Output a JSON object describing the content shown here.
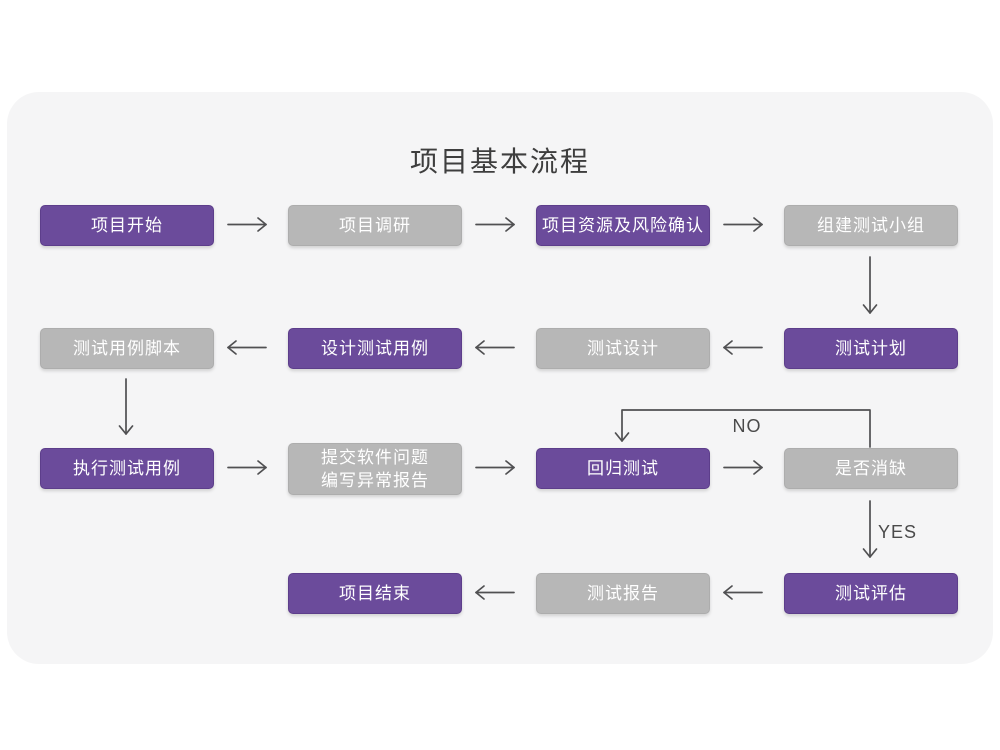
{
  "title": "项目基本流程",
  "decision_labels": {
    "no": "NO",
    "yes": "YES"
  },
  "colors": {
    "node_purple": "#6b4b9b",
    "node_gray": "#b7b7b7",
    "node_text": "#ffffff",
    "card_background": "#f5f5f6",
    "page_background": "#ffffff",
    "arrow": "#505052",
    "title_text": "#3e3e3e"
  },
  "nodes": [
    {
      "id": "project-start",
      "label": "项目开始",
      "variant": "purple"
    },
    {
      "id": "project-research",
      "label": "项目调研",
      "variant": "gray"
    },
    {
      "id": "resources-risk-confirm",
      "label": "项目资源及风险确认",
      "variant": "purple"
    },
    {
      "id": "build-test-team",
      "label": "组建测试小组",
      "variant": "gray"
    },
    {
      "id": "test-case-script",
      "label": "测试用例脚本",
      "variant": "gray"
    },
    {
      "id": "design-test-cases",
      "label": "设计测试用例",
      "variant": "purple"
    },
    {
      "id": "test-design",
      "label": "测试设计",
      "variant": "gray"
    },
    {
      "id": "test-plan",
      "label": "测试计划",
      "variant": "purple"
    },
    {
      "id": "execute-test-cases",
      "label": "执行测试用例",
      "variant": "purple"
    },
    {
      "id": "submit-issue-report",
      "label": "提交软件问题\n编写异常报告",
      "variant": "gray"
    },
    {
      "id": "regression-test",
      "label": "回归测试",
      "variant": "purple"
    },
    {
      "id": "defect-cleared",
      "label": "是否消缺",
      "variant": "gray"
    },
    {
      "id": "project-end",
      "label": "项目结束",
      "variant": "purple"
    },
    {
      "id": "test-report",
      "label": "测试报告",
      "variant": "gray"
    },
    {
      "id": "test-evaluation",
      "label": "测试评估",
      "variant": "purple"
    }
  ],
  "flow": {
    "row1": "项目开始 → 项目调研 → 项目资源及风险确认 → 组建测试小组",
    "row2": "测试计划 → 测试设计 → 设计测试用例 → 测试用例脚本",
    "row3": "执行测试用例 → 提交软件问题编写异常报告 → 回归测试 → 是否消缺",
    "row4": "测试评估 → 测试报告 → 项目结束",
    "decision": "是否消缺: NO → 回归测试, YES → 测试评估"
  }
}
